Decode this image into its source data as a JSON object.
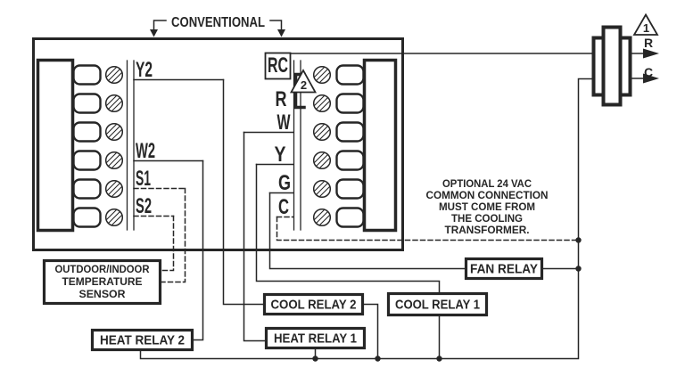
{
  "colors": {
    "line": "#262626",
    "background": "#ffffff"
  },
  "header": {
    "label": "CONVENTIONAL"
  },
  "thermostat": {
    "left_block": {
      "y2": "Y2",
      "w2": "W2",
      "s1": "S1",
      "s2": "S2"
    },
    "right_block": {
      "rc": "RC",
      "r": "R",
      "w": "W",
      "y": "Y",
      "g": "G",
      "c": "C"
    }
  },
  "warnings": {
    "triangle_1": "1",
    "triangle_2": "2"
  },
  "transformer": {
    "r_terminal": "R",
    "c_terminal": "C"
  },
  "note": {
    "line1": "OPTIONAL 24 VAC",
    "line2": "COMMON CONNECTION",
    "line3": "MUST COME FROM",
    "line4": "THE COOLING",
    "line5": "TRANSFORMER."
  },
  "sensor": {
    "line1": "OUTDOOR/INDOOR",
    "line2": "TEMPERATURE",
    "line3": "SENSOR"
  },
  "relays": {
    "fan": "FAN RELAY",
    "cool2": "COOL RELAY 2",
    "cool1": "COOL RELAY 1",
    "heat1": "HEAT RELAY 1",
    "heat2": "HEAT RELAY 2"
  }
}
